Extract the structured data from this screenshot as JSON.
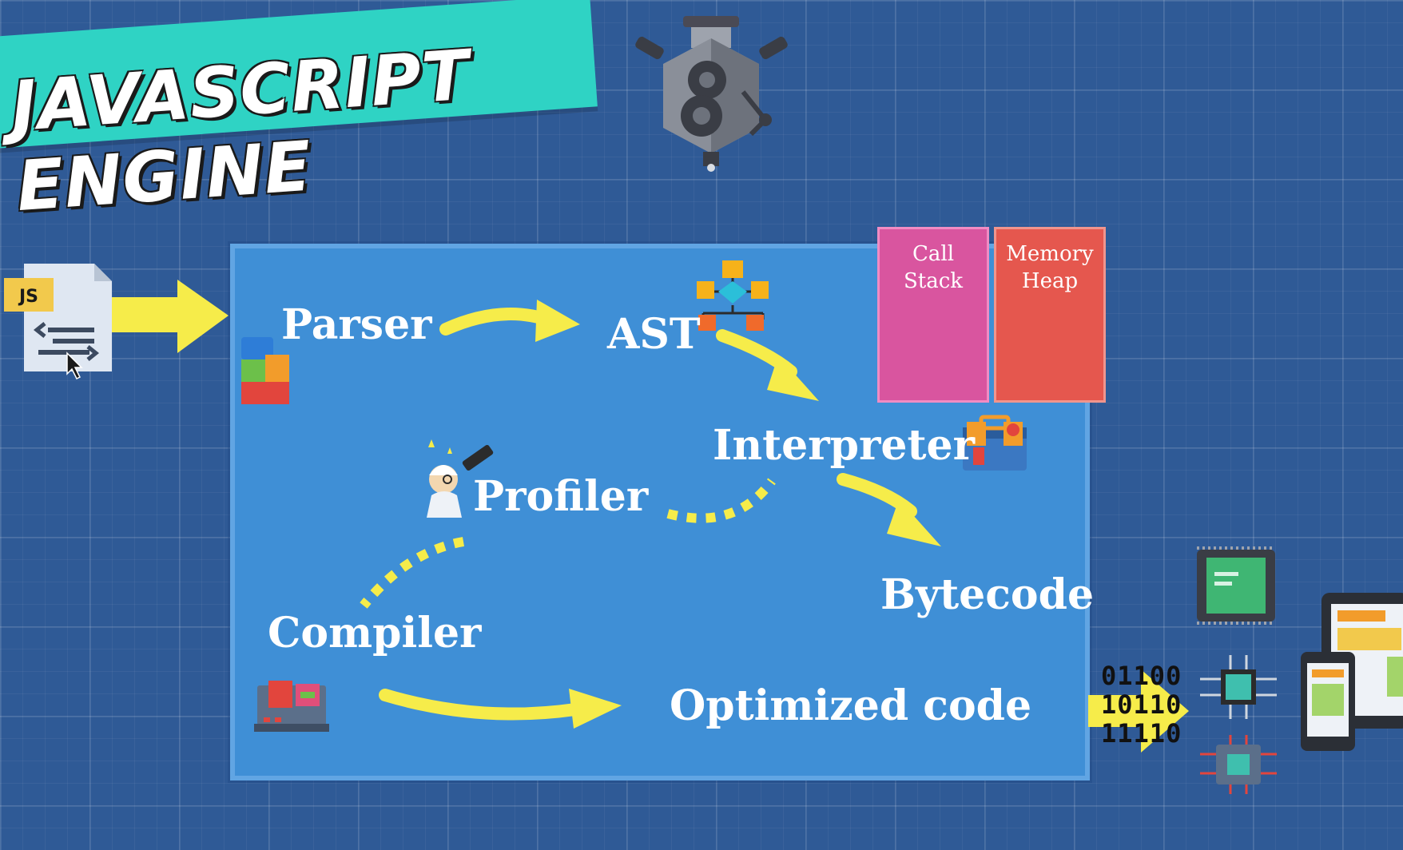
{
  "title": "JAVASCRIPT ENGINE",
  "colors": {
    "background": "#2f5a96",
    "panel": "#3f8fd6",
    "banner": "#2fd3c4",
    "arrow": "#f6ec4a",
    "call_stack": "#d9559f",
    "memory_heap": "#e5574e"
  },
  "js_file": {
    "badge": "JS"
  },
  "memory": {
    "call_stack": "Call Stack",
    "memory_heap_line1": "Memory",
    "memory_heap_line2": "Heap"
  },
  "stages": {
    "parser": "Parser",
    "ast": "AST",
    "interpreter": "Interpreter",
    "profiler": "Profiler",
    "bytecode": "Bytecode",
    "compiler": "Compiler",
    "optimized_code": "Optimized code"
  },
  "binary": [
    "01100",
    "10110",
    "11110"
  ],
  "icons": [
    "engine-icon",
    "js-file-icon",
    "cursor-icon",
    "blocks-icon",
    "flowchart-icon",
    "toolbox-icon",
    "scientist-telescope-icon",
    "machine-icon",
    "cpu-chip-icon",
    "circuit-chip-icon",
    "microchip-icon",
    "devices-icon"
  ]
}
